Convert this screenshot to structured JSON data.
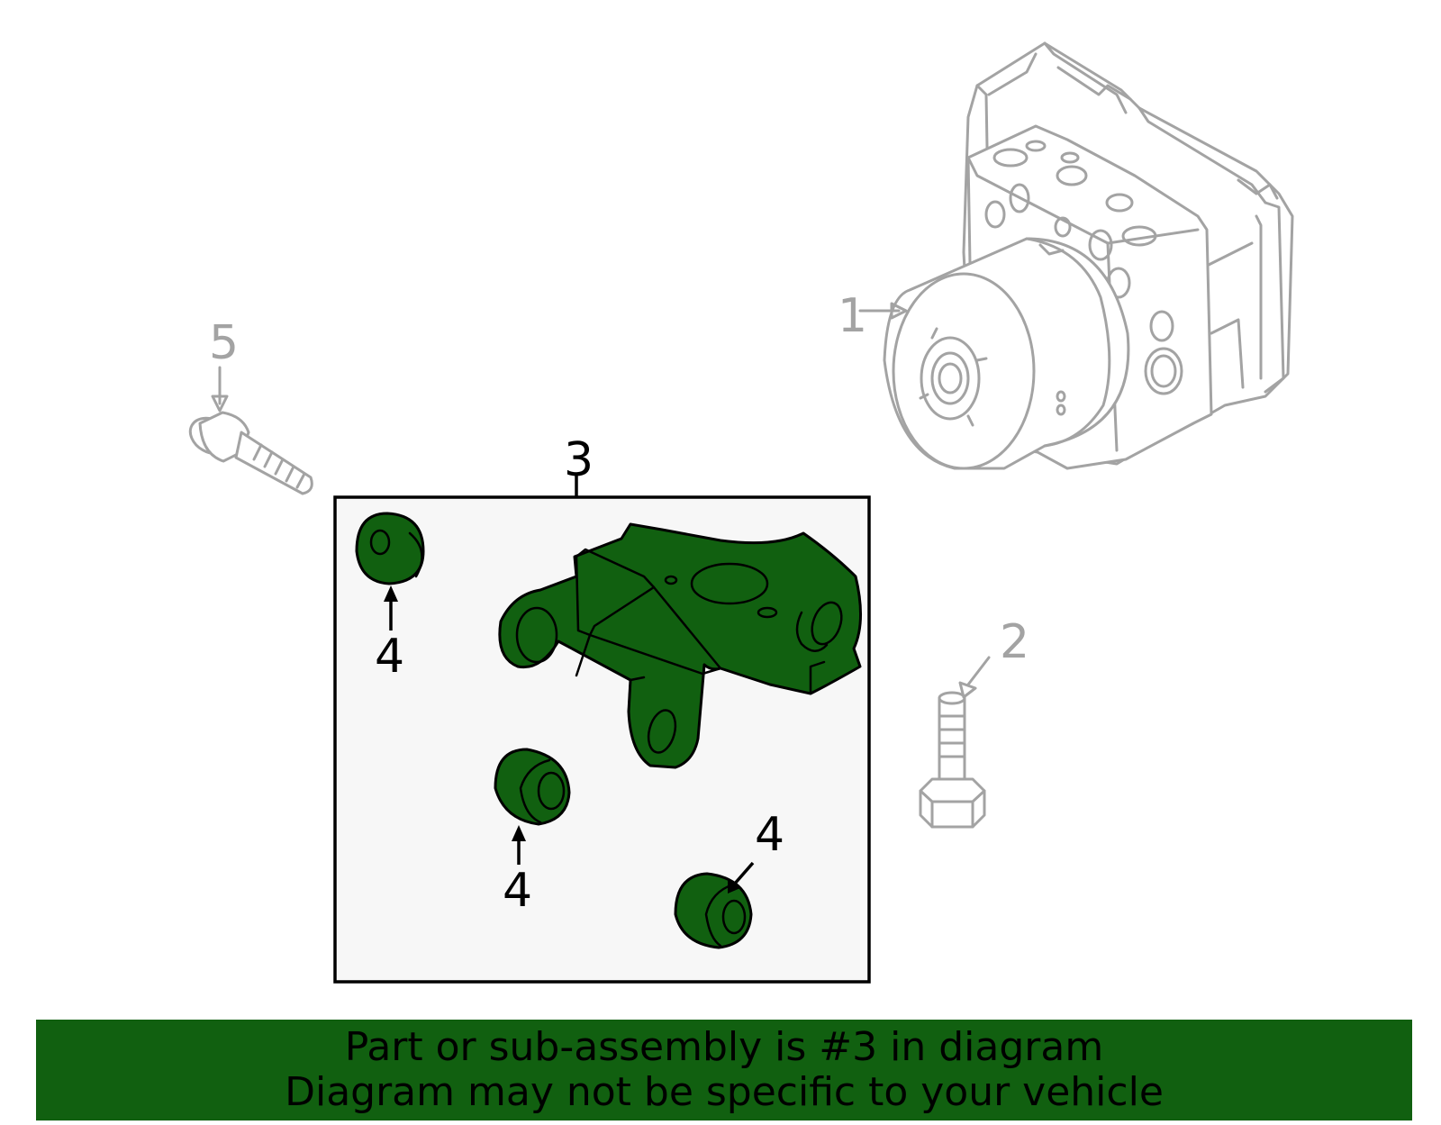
{
  "colors": {
    "highlight": "#116010",
    "secondary_part": "#a3a3a3",
    "group_box_fill": "#f7f7f7",
    "banner_bg": "#116010"
  },
  "callouts": {
    "c1": "1",
    "c2": "2",
    "c3": "3",
    "c4a": "4",
    "c4b": "4",
    "c4c": "4",
    "c5": "5"
  },
  "banner": {
    "line1": "Part or sub-assembly is #3 in diagram",
    "line2": "Diagram may not be specific to your vehicle"
  }
}
